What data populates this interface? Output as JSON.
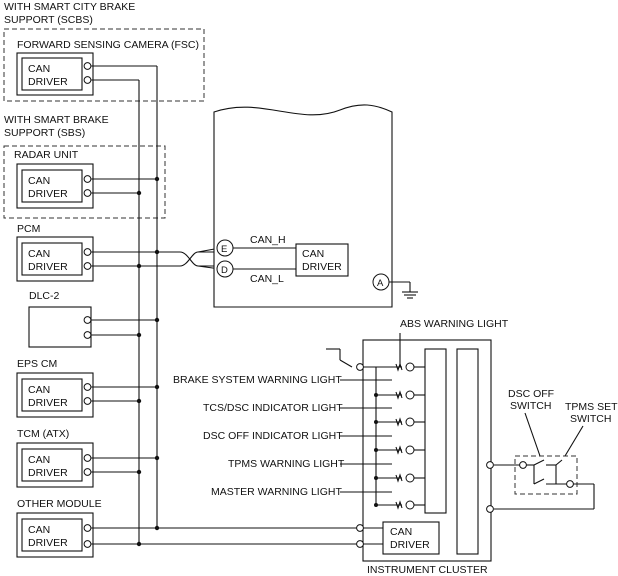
{
  "groups": {
    "scbs_line1": "WITH SMART CITY BRAKE",
    "scbs_line2": "SUPPORT (SCBS)",
    "sbs_line1": "WITH SMART BRAKE",
    "sbs_line2": "SUPPORT (SBS)"
  },
  "modules": {
    "fsc": "FORWARD SENSING CAMERA (FSC)",
    "radar": "RADAR UNIT",
    "pcm": "PCM",
    "dlc": "DLC-2",
    "eps": "EPS CM",
    "tcm": "TCM (ATX)",
    "other": "OTHER MODULE",
    "cluster": "INSTRUMENT CLUSTER"
  },
  "can_driver": {
    "line1": "CAN",
    "line2": "DRIVER"
  },
  "abs_unit": {
    "can_h": "CAN_H",
    "can_l": "CAN_L",
    "pin_e": "E",
    "pin_d": "D",
    "pin_a": "A"
  },
  "cluster_lights": {
    "abs": "ABS WARNING LIGHT",
    "items": [
      "BRAKE SYSTEM WARNING LIGHT",
      "TCS/DSC INDICATOR LIGHT",
      "DSC OFF INDICATOR LIGHT",
      "TPMS WARNING LIGHT",
      "MASTER WARNING LIGHT"
    ]
  },
  "switches": {
    "dsc_line1": "DSC OFF",
    "dsc_line2": "SWITCH",
    "tpms_line1": "TPMS SET",
    "tpms_line2": "SWITCH"
  }
}
